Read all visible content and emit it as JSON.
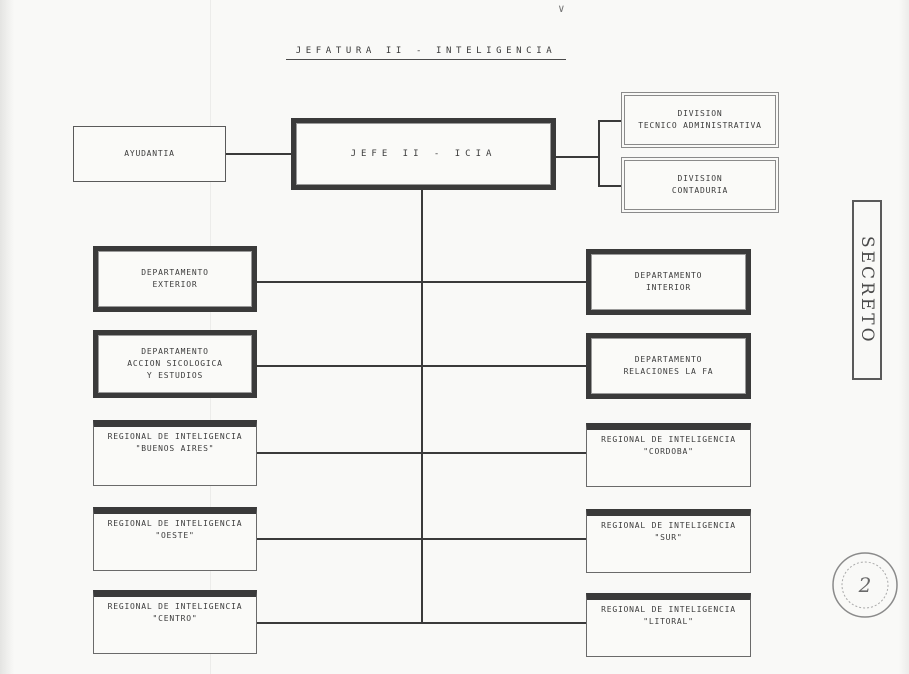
{
  "title": "JEFATURA II - INTELIGENCIA",
  "jefe": "JEFE II - ICIA",
  "ayudantia": "AYUDANTIA",
  "divisiones": {
    "tecnico": [
      "DIVISION",
      "TECNICO ADMINISTRATIVA"
    ],
    "contaduria": [
      "DIVISION",
      "CONTADURIA"
    ]
  },
  "departamentos": {
    "exterior": [
      "DEPARTAMENTO",
      "EXTERIOR"
    ],
    "interior": [
      "DEPARTAMENTO",
      "INTERIOR"
    ],
    "accion": [
      "DEPARTAMENTO",
      "ACCION SICOLOGICA",
      "Y ESTUDIOS"
    ],
    "relaciones": [
      "DEPARTAMENTO",
      "RELACIONES LA FA"
    ]
  },
  "regionales": {
    "buenos_aires": [
      "REGIONAL DE INTELIGENCIA",
      "\"BUENOS AIRES\""
    ],
    "cordoba": [
      "REGIONAL DE INTELIGENCIA",
      "\"CORDOBA\""
    ],
    "oeste": [
      "REGIONAL DE INTELIGENCIA",
      "\"OESTE\""
    ],
    "sur": [
      "REGIONAL DE INTELIGENCIA",
      "\"SUR\""
    ],
    "centro": [
      "REGIONAL DE INTELIGENCIA",
      "\"CENTRO\""
    ],
    "litoral": [
      "REGIONAL DE INTELIGENCIA",
      "\"LITORAL\""
    ]
  },
  "stamp": "SECRETO",
  "seal_mark": "2",
  "colors": {
    "ink": "#3a3a3a",
    "paper": "#f9f9f7"
  }
}
